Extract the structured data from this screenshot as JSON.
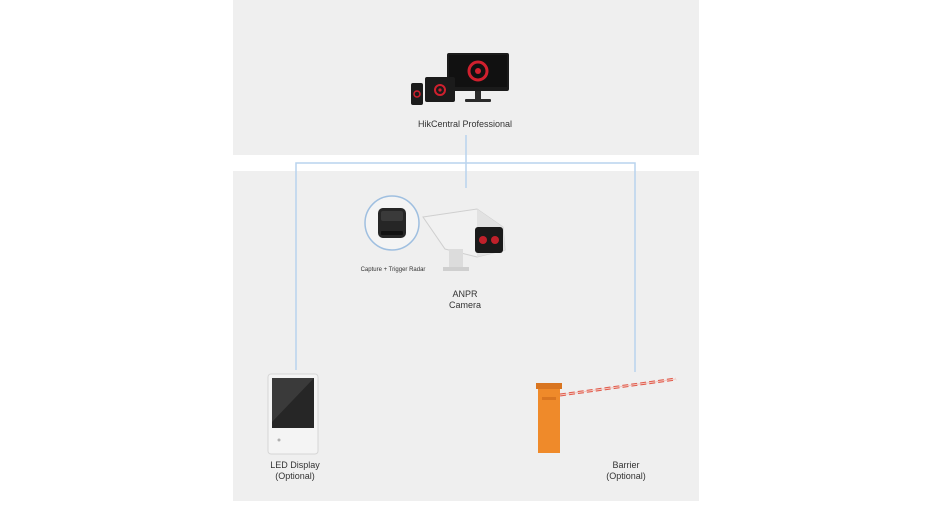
{
  "diagram": {
    "nodes": [
      {
        "id": "hikcentral",
        "label": "HikCentral Professional",
        "icon": "computer-devices-icon"
      },
      {
        "id": "capture",
        "label": "Capture + Trigger Radar",
        "icon": "radar-trigger-icon"
      },
      {
        "id": "camera",
        "label_line1": "ANPR",
        "label_line2": "Camera",
        "icon": "anpr-camera-icon"
      },
      {
        "id": "led",
        "label_line1": "LED Display",
        "label_line2": "(Optional)",
        "icon": "led-display-icon"
      },
      {
        "id": "barrier",
        "label_line1": "Barrier",
        "label_line2": "(Optional)",
        "icon": "barrier-gate-icon"
      }
    ],
    "edges": [
      {
        "from": "hikcentral",
        "to": "camera"
      },
      {
        "from": "hikcentral",
        "to": "led"
      },
      {
        "from": "hikcentral",
        "to": "barrier"
      }
    ]
  },
  "colors": {
    "panel": "#efefef",
    "connector": "#b9d3ee",
    "accent_red": "#d0202e",
    "barrier_orange": "#ef8a2a"
  }
}
